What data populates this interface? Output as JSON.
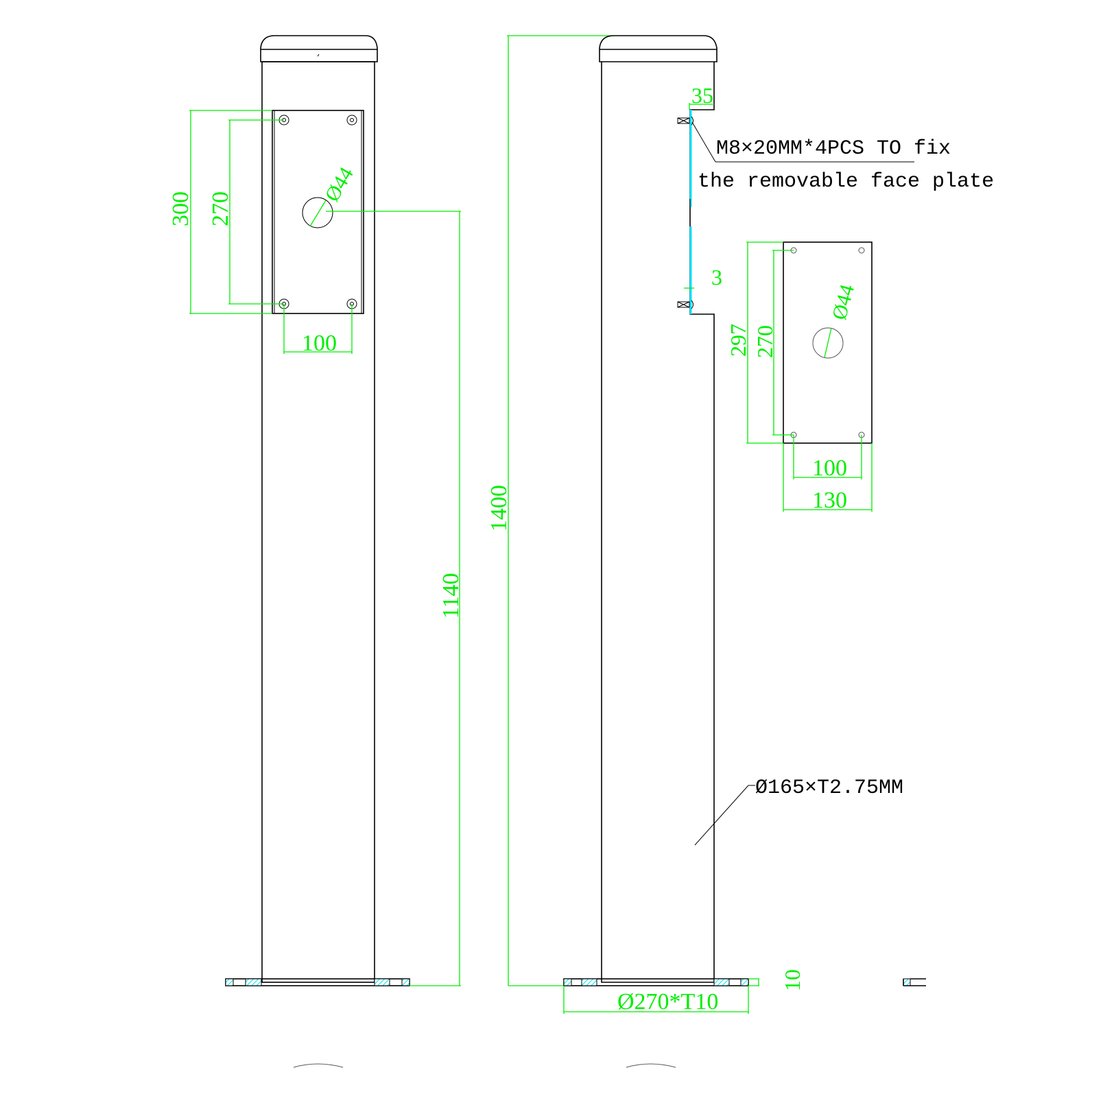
{
  "drawing": {
    "type": "technical-drawing",
    "subject": "bollard post with removable face plate",
    "colors": {
      "outline": "#000000",
      "dimension": "#00ee00",
      "hatch": "#00e5ff",
      "background": "#ffffff"
    }
  },
  "front_view": {
    "plate_height": "300",
    "hole_spacing_vertical": "270",
    "hole_spacing_horizontal": "100",
    "hole_diameter": "Ø44",
    "hole_height_from_base": "1140"
  },
  "side_view": {
    "total_height": "1400",
    "plate_offset": "35",
    "plate_gap": "3",
    "screw_note_line1": "M8×20MM*4PCS TO fix",
    "screw_note_line2": "the removable face plate",
    "tube_spec": "Ø165×T2.75MM",
    "base_plate": "Ø270*T10",
    "base_thickness": "10"
  },
  "face_plate_detail": {
    "plate_height": "297",
    "hole_spacing_vertical": "270",
    "hole_spacing_horizontal": "100",
    "plate_width": "130",
    "hole_diameter": "Ø44"
  }
}
